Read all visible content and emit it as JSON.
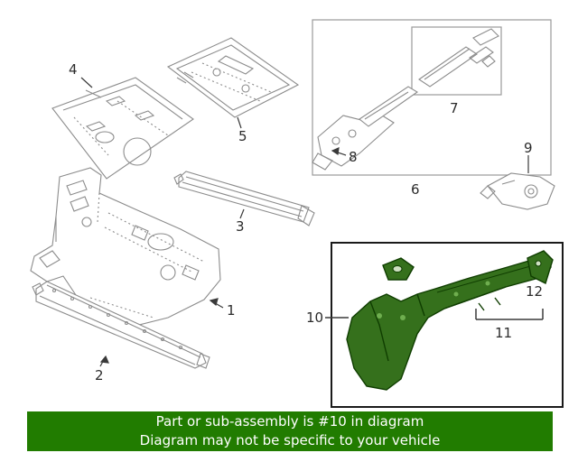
{
  "banner": {
    "line1": "Part or sub-assembly is #10 in diagram",
    "line2": "Diagram may not be specific to your vehicle",
    "background_color": "#217c00",
    "text_color": "#ffffff"
  },
  "diagram": {
    "highlighted_part_number": "10",
    "highlight_fill_color": "#35701c",
    "line_art_color": "#8c8c8c",
    "leader_line_color": "#3a3a3a",
    "labels": [
      {
        "text": "1"
      },
      {
        "text": "2"
      },
      {
        "text": "3"
      },
      {
        "text": "4"
      },
      {
        "text": "5"
      },
      {
        "text": "6"
      },
      {
        "text": "7"
      },
      {
        "text": "8"
      },
      {
        "text": "9"
      },
      {
        "text": "10"
      },
      {
        "text": "11"
      },
      {
        "text": "12"
      }
    ]
  }
}
